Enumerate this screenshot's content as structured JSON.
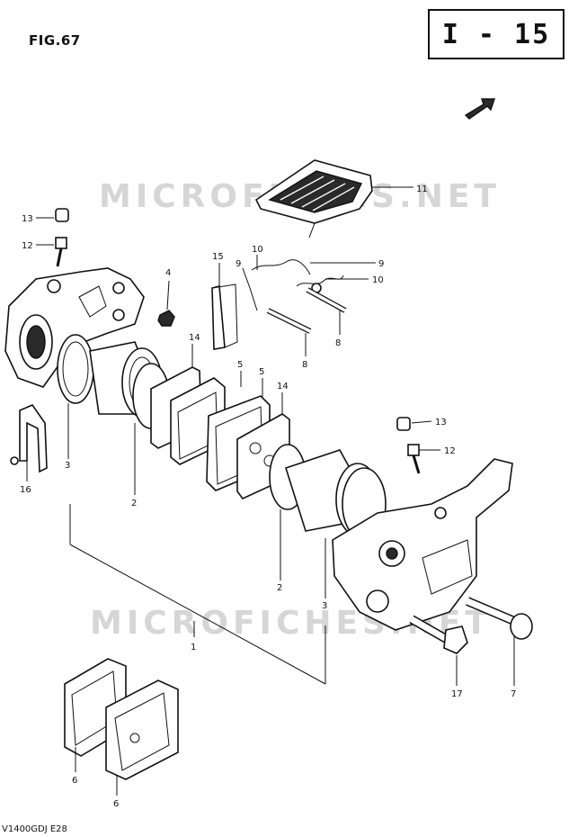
{
  "figure": {
    "label": "FIG.67"
  },
  "page_ref": "I - 15",
  "model_code": "V1400GDJ  E28",
  "watermark": [
    "MICROFICHES.NET",
    "MICROFICHES.NET"
  ],
  "callouts": [
    "11",
    "13",
    "12",
    "4",
    "15",
    "10",
    "9",
    "9",
    "10",
    "8",
    "8",
    "14",
    "5",
    "5",
    "14",
    "3",
    "2",
    "16",
    "13",
    "12",
    "2",
    "3",
    "1",
    "17",
    "7",
    "6",
    "6"
  ]
}
